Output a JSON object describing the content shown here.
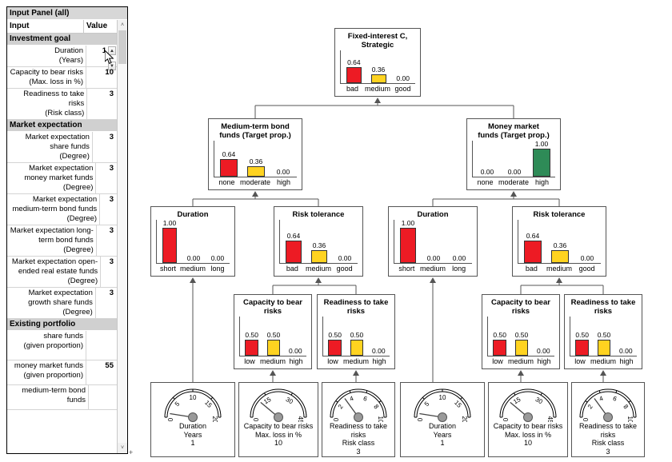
{
  "panel": {
    "title": "Input Panel (all)",
    "columns": [
      "Input",
      "Value"
    ],
    "groups": [
      {
        "name": "Investment goal",
        "rows": [
          {
            "label": "Duration\n(Years)",
            "value": "1",
            "spinner": true
          },
          {
            "label": "Capacity to bear risks\n(Max. loss in %)",
            "value": "10"
          },
          {
            "label": "Readiness to take risks\n(Risk class)",
            "value": "3"
          }
        ]
      },
      {
        "name": "Market expectation",
        "rows": [
          {
            "label": "Market expectation share funds\n(Degree)",
            "value": "3"
          },
          {
            "label": "Market expectation money market funds\n(Degree)",
            "value": "3"
          },
          {
            "label": "Market expectation medium-term bond funds (Degree)",
            "value": "3"
          },
          {
            "label": "Market expectation long-term bond funds\n(Degree)",
            "value": "3"
          },
          {
            "label": "Market expectation open-ended real estate funds (Degree)",
            "value": "3"
          },
          {
            "label": "Market expectation growth share funds\n(Degree)",
            "value": "3"
          }
        ]
      },
      {
        "name": "Existing portfolio",
        "rows": [
          {
            "label": "share funds\n(given proportion)",
            "value": ""
          },
          {
            "label": "money market funds\n(given proportion)",
            "value": "55"
          },
          {
            "label": "medium-term bond funds",
            "value": ""
          }
        ]
      }
    ],
    "scrollbar": {
      "up": "˄",
      "down": "˅"
    },
    "spinner": {
      "up": "▲",
      "down": "▼"
    }
  },
  "colors": {
    "bad": "#ED1B24",
    "medium": "#FFD320",
    "good": "#2E8B57",
    "node_border": "#555555",
    "edge": "#555555"
  },
  "chart_data": [
    {
      "id": "root",
      "type": "bar",
      "title": "Fixed-interest C,\nStrategic",
      "categories": [
        "bad",
        "medium",
        "good"
      ],
      "values": [
        0.64,
        0.36,
        0.0
      ],
      "labels": [
        "0.64",
        "0.36",
        "0.00"
      ],
      "colors": [
        "bad",
        "medium",
        "good"
      ],
      "ylim": [
        0,
        1
      ]
    },
    {
      "id": "medium-term-bond-funds",
      "type": "bar",
      "title": "Medium-term bond\nfunds (Target prop.)",
      "categories": [
        "none",
        "moderate",
        "high"
      ],
      "values": [
        0.64,
        0.36,
        0.0
      ],
      "labels": [
        "0.64",
        "0.36",
        "0.00"
      ],
      "colors": [
        "bad",
        "medium",
        "good"
      ],
      "ylim": [
        0,
        1
      ]
    },
    {
      "id": "money-market-funds",
      "type": "bar",
      "title": "Money market\nfunds (Target prop.)",
      "categories": [
        "none",
        "moderate",
        "high"
      ],
      "values": [
        0.0,
        0.0,
        1.0
      ],
      "labels": [
        "0.00",
        "0.00",
        "1.00"
      ],
      "colors": [
        "bad",
        "medium",
        "good"
      ],
      "ylim": [
        0,
        1
      ]
    },
    {
      "id": "duration-left",
      "type": "bar",
      "title": "Duration",
      "categories": [
        "short",
        "medium",
        "long"
      ],
      "values": [
        1.0,
        0.0,
        0.0
      ],
      "labels": [
        "1.00",
        "0.00",
        "0.00"
      ],
      "colors": [
        "bad",
        "medium",
        "good"
      ],
      "ylim": [
        0,
        1
      ]
    },
    {
      "id": "risk-tolerance-left",
      "type": "bar",
      "title": "Risk tolerance",
      "categories": [
        "bad",
        "medium",
        "good"
      ],
      "values": [
        0.64,
        0.36,
        0.0
      ],
      "labels": [
        "0.64",
        "0.36",
        "0.00"
      ],
      "colors": [
        "bad",
        "medium",
        "good"
      ],
      "ylim": [
        0,
        1
      ]
    },
    {
      "id": "duration-right",
      "type": "bar",
      "title": "Duration",
      "categories": [
        "short",
        "medium",
        "long"
      ],
      "values": [
        1.0,
        0.0,
        0.0
      ],
      "labels": [
        "1.00",
        "0.00",
        "0.00"
      ],
      "colors": [
        "bad",
        "medium",
        "good"
      ],
      "ylim": [
        0,
        1
      ]
    },
    {
      "id": "risk-tolerance-right",
      "type": "bar",
      "title": "Risk tolerance",
      "categories": [
        "bad",
        "medium",
        "good"
      ],
      "values": [
        0.64,
        0.36,
        0.0
      ],
      "labels": [
        "0.64",
        "0.36",
        "0.00"
      ],
      "colors": [
        "bad",
        "medium",
        "good"
      ],
      "ylim": [
        0,
        1
      ]
    },
    {
      "id": "capacity-left",
      "type": "bar",
      "title": "Capacity to bear\nrisks",
      "categories": [
        "low",
        "medium",
        "high"
      ],
      "values": [
        0.5,
        0.5,
        0.0
      ],
      "labels": [
        "0.50",
        "0.50",
        "0.00"
      ],
      "colors": [
        "bad",
        "medium",
        "good"
      ],
      "ylim": [
        0,
        1
      ]
    },
    {
      "id": "readiness-left",
      "type": "bar",
      "title": "Readiness to take\nrisks",
      "categories": [
        "low",
        "medium",
        "high"
      ],
      "values": [
        0.5,
        0.5,
        0.0
      ],
      "labels": [
        "0.50",
        "0.50",
        "0.00"
      ],
      "colors": [
        "bad",
        "medium",
        "good"
      ],
      "ylim": [
        0,
        1
      ]
    },
    {
      "id": "capacity-right",
      "type": "bar",
      "title": "Capacity to bear\nrisks",
      "categories": [
        "low",
        "medium",
        "high"
      ],
      "values": [
        0.5,
        0.5,
        0.0
      ],
      "labels": [
        "0.50",
        "0.50",
        "0.00"
      ],
      "colors": [
        "bad",
        "medium",
        "good"
      ],
      "ylim": [
        0,
        1
      ]
    },
    {
      "id": "readiness-right",
      "type": "bar",
      "title": "Readiness to take\nrisks",
      "categories": [
        "low",
        "medium",
        "high"
      ],
      "values": [
        0.5,
        0.5,
        0.0
      ],
      "labels": [
        "0.50",
        "0.50",
        "0.00"
      ],
      "colors": [
        "bad",
        "medium",
        "good"
      ],
      "ylim": [
        0,
        1
      ]
    }
  ],
  "gauges": [
    {
      "id": "gauge-duration-left",
      "ticks": [
        "0",
        "5",
        "10",
        "15",
        "20"
      ],
      "min": 0,
      "max": 20,
      "value": 1,
      "line1": "Duration",
      "line2": "Years",
      "line3": "1"
    },
    {
      "id": "gauge-capacity-left",
      "ticks": [
        "0",
        "15",
        "30",
        "45"
      ],
      "min": 0,
      "max": 45,
      "value": 10,
      "line1": "Capacity to bear risks",
      "line2": "Max. loss in %",
      "line3": "10"
    },
    {
      "id": "gauge-readiness-left",
      "ticks": [
        "0",
        "2",
        "4",
        "6",
        "8",
        "10"
      ],
      "min": 0,
      "max": 10,
      "value": 3,
      "line1": "Readiness to take",
      "line1b": "risks",
      "line2": "Risk class",
      "line3": "3"
    },
    {
      "id": "gauge-duration-right",
      "ticks": [
        "0",
        "5",
        "10",
        "15",
        "20"
      ],
      "min": 0,
      "max": 20,
      "value": 1,
      "line1": "Duration",
      "line2": "Years",
      "line3": "1"
    },
    {
      "id": "gauge-capacity-right",
      "ticks": [
        "0",
        "15",
        "30",
        "45"
      ],
      "min": 0,
      "max": 45,
      "value": 10,
      "line1": "Capacity to bear risks",
      "line2": "Max. loss in %",
      "line3": "10"
    },
    {
      "id": "gauge-readiness-right",
      "ticks": [
        "0",
        "2",
        "4",
        "6",
        "8",
        "10"
      ],
      "min": 0,
      "max": 10,
      "value": 3,
      "line1": "Readiness to take",
      "line1b": "risks",
      "line2": "Risk class",
      "line3": "3"
    }
  ]
}
